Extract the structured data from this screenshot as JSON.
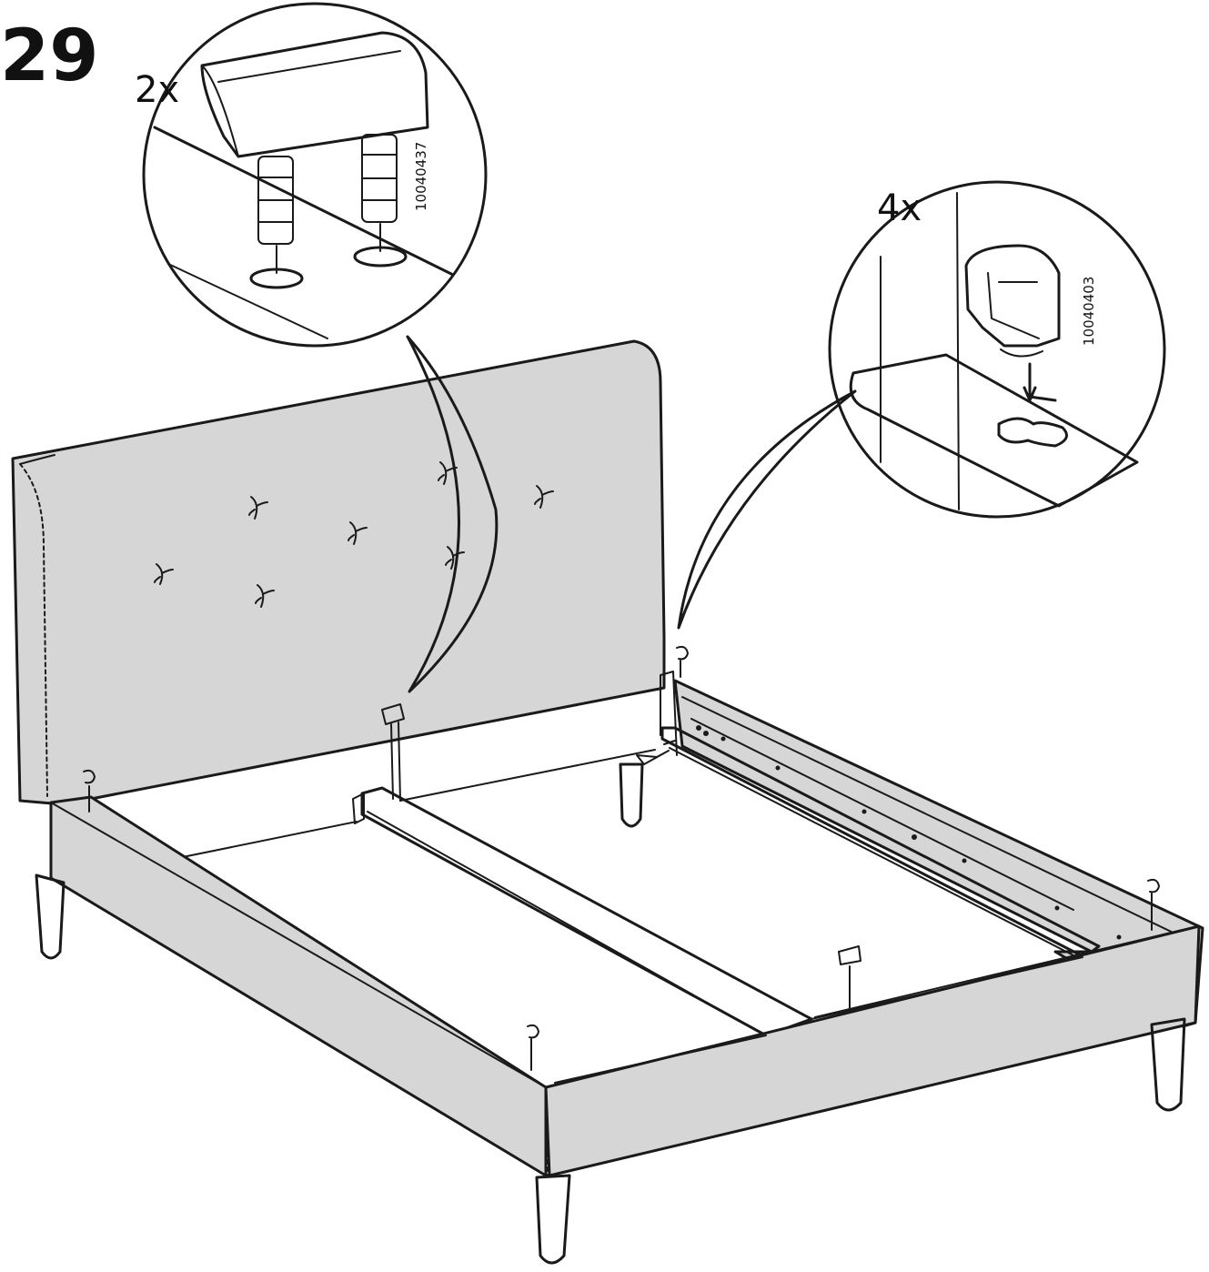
{
  "step": {
    "number": "29"
  },
  "callout_left": {
    "quantity": "2x",
    "part_number": "10040437",
    "part": "center-support-fitting"
  },
  "callout_right": {
    "quantity": "4x",
    "part_number": "10040403",
    "part": "bracket-hook"
  },
  "colors": {
    "fabric": "#d6d6d6",
    "fabric_dark": "#c4c4c4",
    "line": "#1a1a1a",
    "background": "#ffffff"
  },
  "icons": [
    "tuft-button-icon",
    "leg-icon",
    "bracket-hook-icon",
    "support-fitting-icon"
  ]
}
